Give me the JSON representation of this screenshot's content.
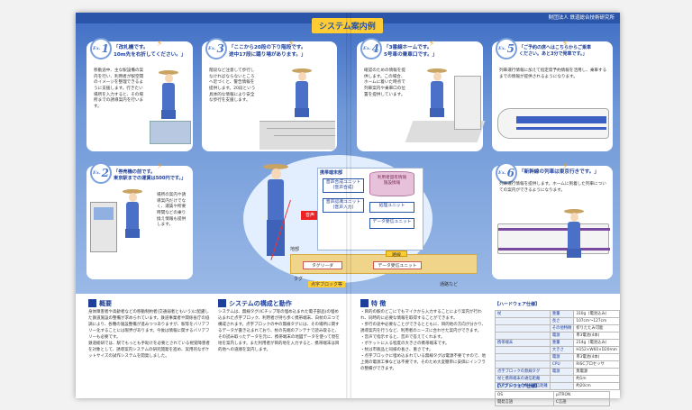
{
  "header": {
    "org": "財団法人 鉄道総合技術研究所",
    "title": "システム案内例"
  },
  "cards": [
    {
      "num": "1",
      "quote": "「改札機です。\n10m先を右折してください。」",
      "desc": "移動途中、主な駅設備の案内を行い、利用者が駅空間のイメージを整理できるように支援します。行きたい場所を入力すると、その場所までの誘導案内を行います。"
    },
    {
      "num": "3",
      "quote": "「ここから20段の下り階段です。\n途中17段に踊り場があります。」",
      "desc": "階段など注意して歩行しなければならないところへ近づくと、警告情報を提供します。20段という具体的な情報により安全な歩行を支援します。"
    },
    {
      "num": "4",
      "quote": "「3番線ホームです。\n5号車の乗車口です。」",
      "desc": "確認のための情報を提供します。この場合、ホームに着いた時点で列車案内や乗車口の位置を提供しています。"
    },
    {
      "num": "5",
      "quote": "「ご予約の席へはこちらからご乗車\nください。あと3分で発車です。」",
      "desc": "列車運行情報に加えて指定席予約情報を活用し、乗車するまでの情報が提供されるようになります。"
    },
    {
      "num": "2",
      "quote": "「券売機の前です。\n東京駅までの運賃は500円です。」",
      "desc": "場所の案内や誘導案内だけでなく、運賃や所要時間などの乗り換え情報も提供します。"
    },
    {
      "num": "6",
      "quote": "「新幹線の列車は東京行きです。」",
      "desc": "列車運行情報を提供します。ホームに到着した列車についての案内ができるようになります。"
    }
  ],
  "diagram": {
    "terminal": "携帯端末部",
    "voice_unit": "音声合成ユニット",
    "voice_unit_sub": "(音声合成)",
    "input_unit": "音声認識ユニット",
    "input_unit_sub": "(音声入力)",
    "db": "利用者固有情報\n施設情報",
    "proc": "処理ユニット",
    "recv": "データ受信ユニット",
    "voice_tag": "音声",
    "ground": "地部",
    "ground_sub": "路線",
    "tag_reader": "タグリーダ",
    "data_recv": "データ受信ユニット",
    "block": "点字ブロック等",
    "tag": "タグ",
    "road": "通路など"
  },
  "overview": {
    "heading": "概要",
    "text": "身体障害者や高齢者などの移動制約者(交通弱者ともいう)に配慮した鉄道施設の整備が求められています。鉄道事業者や関係省庁の協調により、各種の施設整備が進みつつありますが、駅等をバリアフリー化することには限界があります。今後は情報に関するバリアフリーも必要です。\n鉄道総研では、駅でもっとも手助けを必要とされている視覚障害者を対象として、誘導案内システムの研究開発を進め、実用的なポケットサイズの試作システムを開発しました。"
  },
  "structure": {
    "heading": "システムの構成と動作",
    "text": "システムは、無線タグ(ICチップ等の埋め込まれた電子部品)の埋め込まれた点字ブロック、利用者が持ち歩く携帯端末、白杖の三つで構成されます。点字ブロックの中の無線タグには、その場所に関するデータが書き込まれており、杖の先端のアンテナで読み取ると、その読み取ったデータを元に、携帯端末の地図データを使って現在地を案内します。また利用者が目的地を入力すると、携帯端末は目的地への道順を案内します。"
  },
  "features": {
    "heading": "特 徴",
    "text": "・目的の駅のどこにでもマイクから入力することにより案内が行われ、同時的に必要な情報を取得することができます。\n・歩行の途中必要なことができるとともに、目的地の方向が分かり、誘導案内を行うなど、利用者のニーズに合わせた案内ができます。\n・音声で指示すると、音声で答えてくれます。\n・ポケットに入る程度の大きさの携帯端末です。\n・杖は市販品と同様の長さ、重さです。\n・点字ブロックに埋め込まれている無線タグは電源不要ですので、地上側の電源工事などは不要です。そのため大変簡単に安価にインフラの整備ができます。"
  },
  "spec": {
    "heading": "【ハードウェア仕様】",
    "rows": [
      [
        "杖",
        "重量",
        "310g（電池込み）"
      ],
      [
        "",
        "長さ",
        "107cm～127cm"
      ],
      [
        "",
        "その他特徴",
        "折りたたみ可能"
      ],
      [
        "",
        "電源",
        "単3電池(4本)"
      ],
      [
        "携帯端末",
        "重量",
        "214g（電池込み）"
      ],
      [
        "",
        "大きさ",
        "H152×W60×D20mm"
      ],
      [
        "",
        "電源",
        "単3電池(4本)"
      ],
      [
        "",
        "CPU",
        "RISCプロセッサ"
      ],
      [
        "点字ブロックの無線タグ",
        "電源",
        "無電源"
      ],
      [
        "杖と携帯端末の通信距離",
        "",
        "約1m"
      ],
      [
        "点字ブロックの無線通信距離",
        "",
        "約20cm"
      ]
    ],
    "sw_heading": "【ソフトウェア仕様】",
    "sw_rows": [
      [
        "OS",
        "μITRON"
      ],
      [
        "開発言語",
        "C言語"
      ]
    ]
  }
}
